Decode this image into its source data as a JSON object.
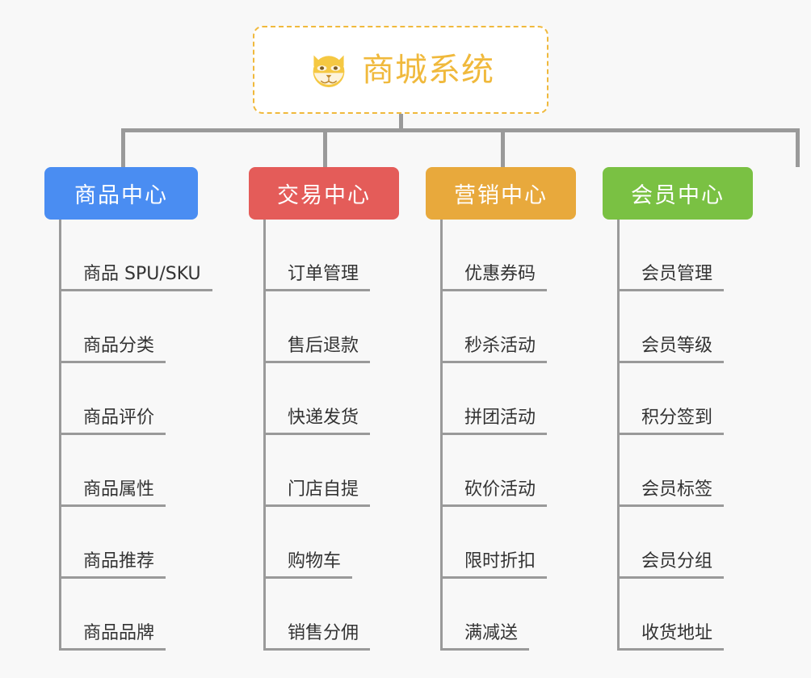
{
  "page": {
    "background_color": "#f8f8f8",
    "line_color": "#9a9a9a",
    "text_color": "#333333"
  },
  "root": {
    "title": "商城系统",
    "emoji_name": "shiba-dog-face-emoji",
    "border_color": "#f0b93c",
    "text_color": "#f0b93c",
    "background_color": "#ffffff"
  },
  "branches": [
    {
      "title": "商品中心",
      "color": "#4a8df2",
      "items": [
        "商品 SPU/SKU",
        "商品分类",
        "商品评价",
        "商品属性",
        "商品推荐",
        "商品品牌"
      ]
    },
    {
      "title": "交易中心",
      "color": "#e45c59",
      "items": [
        "订单管理",
        "售后退款",
        "快递发货",
        "门店自提",
        "购物车",
        "销售分佣"
      ]
    },
    {
      "title": "营销中心",
      "color": "#e8a93c",
      "items": [
        "优惠券码",
        "秒杀活动",
        "拼团活动",
        "砍价活动",
        "限时折扣",
        "满减送"
      ]
    },
    {
      "title": "会员中心",
      "color": "#7ac143",
      "items": [
        "会员管理",
        "会员等级",
        "积分签到",
        "会员标签",
        "会员分组",
        "收货地址"
      ]
    }
  ]
}
